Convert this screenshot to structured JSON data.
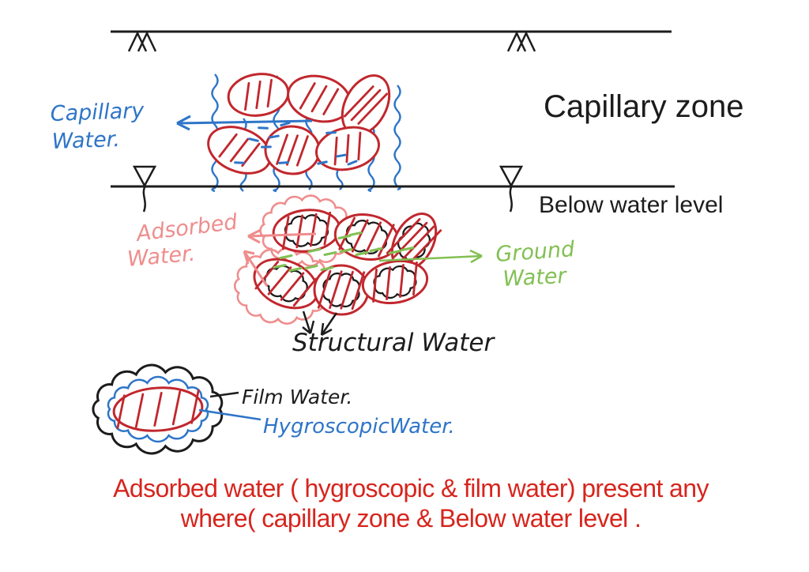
{
  "diagram": {
    "labels": {
      "capillary_water_line1": "Capillary",
      "capillary_water_line2": "Water.",
      "capillary_zone": "Capillary zone",
      "below_water_level": "Below water level",
      "adsorbed_water_line1": "Adsorbed",
      "adsorbed_water_line2": "Water.",
      "ground_water_line1": "Ground",
      "ground_water_line2": "Water",
      "structural_water": "Structural Water",
      "film_water": "Film Water.",
      "hygroscopic_water": "HygroscopicWater."
    },
    "caption": {
      "line1": "Adsorbed water ( hygroscopic & film water) present any",
      "line2": "where( capillary zone & Below water level ."
    },
    "colors": {
      "background": "#ffffff",
      "ink": "#1c1c1c",
      "grain_red": "#c1272d",
      "water_blue": "#2e75c8",
      "adsorbed_pink": "#ef8d8d",
      "ground_green": "#82c053",
      "caption_red": "#d7251d"
    }
  }
}
